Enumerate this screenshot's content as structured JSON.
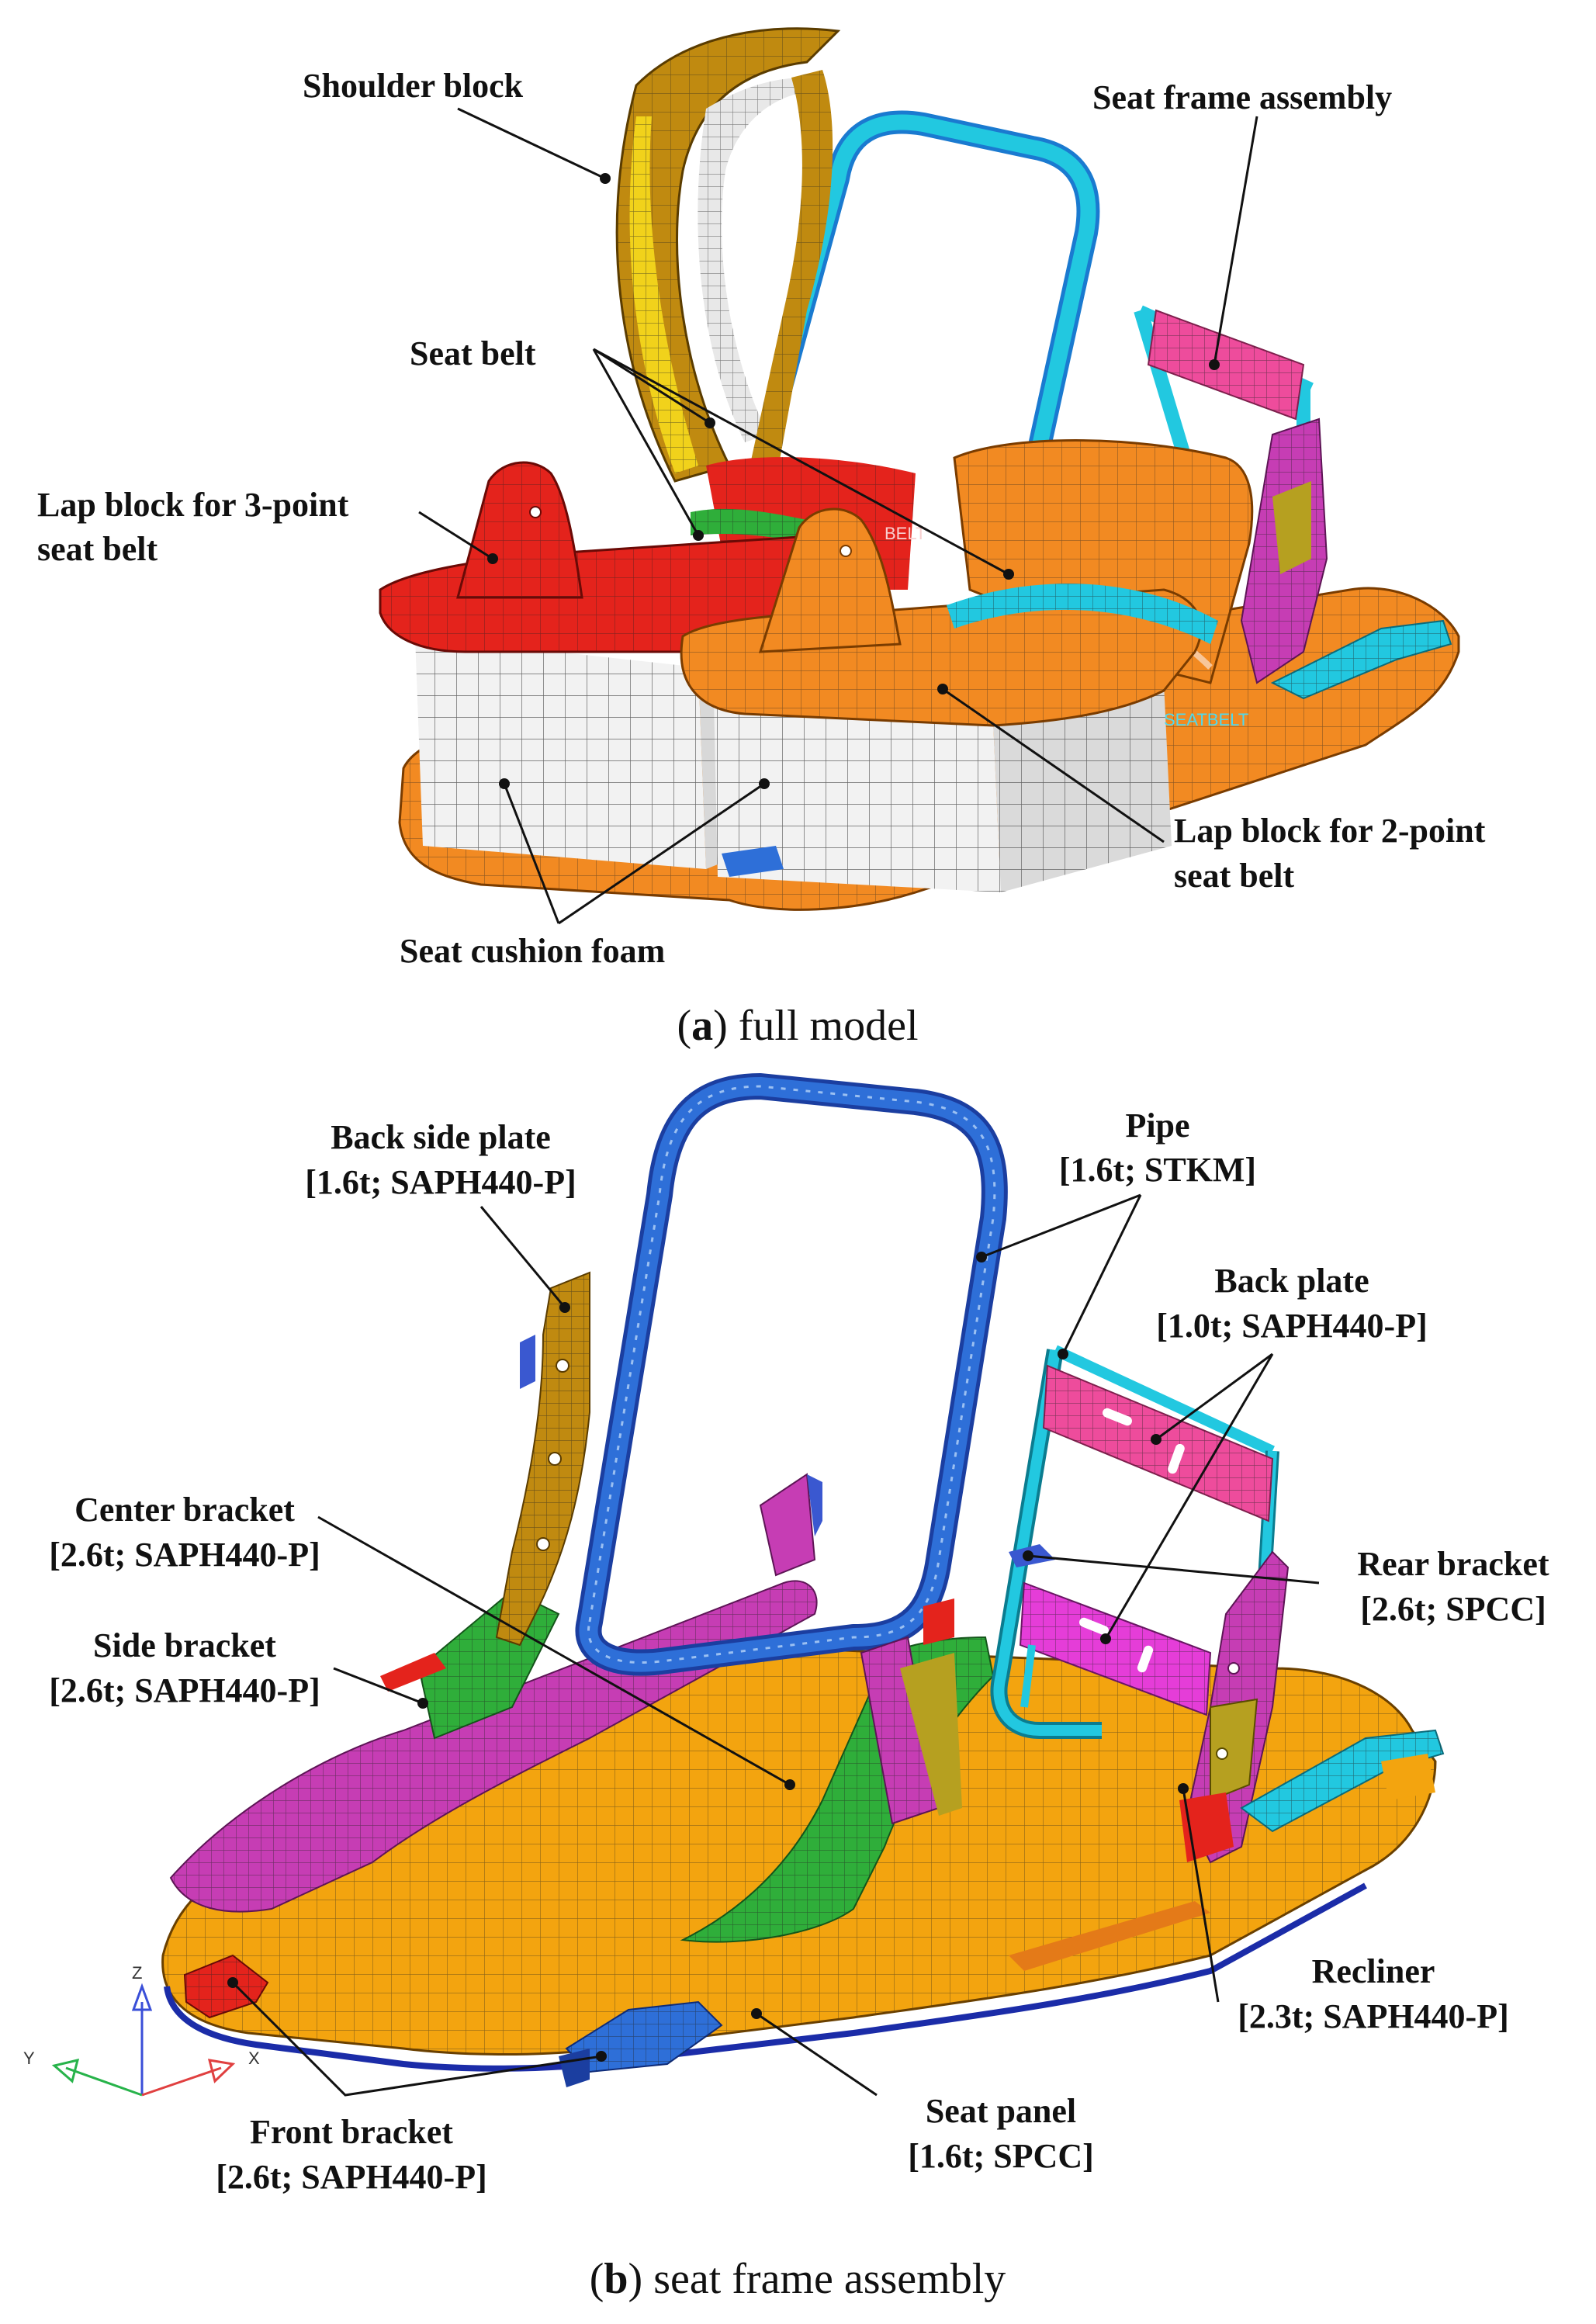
{
  "panel_a": {
    "caption_letter": "a",
    "caption_text": "full model",
    "labels": {
      "shoulder_block": "Shoulder block",
      "seat_frame_assembly": "Seat frame assembly",
      "seat_belt": "Seat belt",
      "lap_block_3pt_line1": "Lap block for 3-point",
      "lap_block_3pt_line2": "seat belt",
      "lap_block_2pt_line1": "Lap block for 2-point",
      "lap_block_2pt_line2": "seat belt",
      "seat_cushion_foam": "Seat cushion foam"
    },
    "mesh_tags": {
      "belt_tag_1": "BELT",
      "belt_tag_2": "SEATBELT"
    }
  },
  "panel_b": {
    "caption_letter": "b",
    "caption_text": "seat frame assembly",
    "labels": {
      "back_side_plate_name": "Back side plate",
      "back_side_plate_spec": "[1.6t; SAPH440-P]",
      "pipe_name": "Pipe",
      "pipe_spec": "[1.6t; STKM]",
      "back_plate_name": "Back plate",
      "back_plate_spec": "[1.0t; SAPH440-P]",
      "center_bracket_name": "Center bracket",
      "center_bracket_spec": "[2.6t; SAPH440-P]",
      "side_bracket_name": "Side bracket",
      "side_bracket_spec": "[2.6t; SAPH440-P]",
      "rear_bracket_name": "Rear bracket",
      "rear_bracket_spec": "[2.6t; SPCC]",
      "recliner_name": "Recliner",
      "recliner_spec": "[2.3t; SAPH440-P]",
      "seat_panel_name": "Seat panel",
      "seat_panel_spec": "[1.6t; SPCC]",
      "front_bracket_name": "Front bracket",
      "front_bracket_spec": "[2.6t; SAPH440-P]"
    },
    "triad": {
      "z": "Z",
      "y": "Y",
      "x": "X"
    }
  },
  "colors": {
    "yellow": "#d9a400",
    "gold": "#c08a10",
    "red": "#e4231c",
    "orange": "#f28a22",
    "panel_orange": "#f3a40f",
    "white_foam": "#f2f2f2",
    "cyan": "#22c8e0",
    "blue": "#2e6fd8",
    "pink": "#ee4c9c",
    "magenta": "#c63db4",
    "green": "#2fae3a",
    "olive": "#b6a020",
    "mesh_line": "#333333"
  }
}
